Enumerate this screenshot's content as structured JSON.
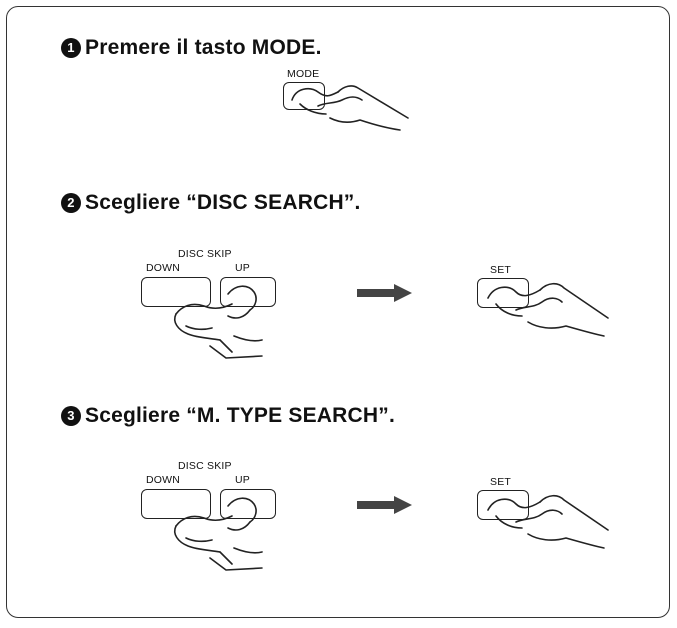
{
  "steps": [
    {
      "number": "1",
      "text": "Premere il tasto MODE."
    },
    {
      "number": "2",
      "text": "Scegliere “DISC SEARCH”."
    },
    {
      "number": "3",
      "text": "Scegliere “M. TYPE SEARCH”."
    }
  ],
  "buttons": {
    "mode": "MODE",
    "disc_skip": "DISC SKIP",
    "down": "DOWN",
    "up": "UP",
    "set": "SET"
  },
  "icons": [
    "hand-press-icon",
    "arrow-right-icon"
  ]
}
